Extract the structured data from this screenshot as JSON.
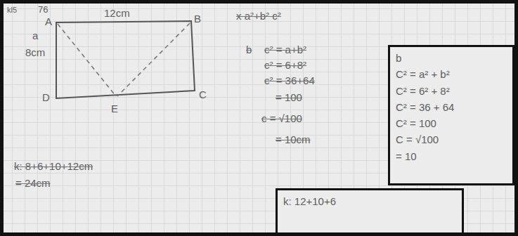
{
  "diagram": {
    "nodes": [
      {
        "text": [
          "b",
          "C² = a² + b²",
          "C² = 6² + 8²",
          "C² = 36 + 64",
          "C² = 100",
          "C = √100",
          "= 10"
        ]
      },
      {
        "text": [
          "k: 12+10+6"
        ]
      }
    ],
    "labels": [
      "kl5",
      "76",
      "A",
      "12cm",
      "B",
      "a",
      "8cm",
      "D",
      "E",
      "C",
      "x  a²+b²  c²",
      "b",
      "c² = a+b²",
      "c² = 6+8²",
      "c² = 36+64",
      "= 100",
      "c = √100",
      "= 10cm",
      "k: 8+6+10+12cm",
      "= 24cm"
    ]
  }
}
